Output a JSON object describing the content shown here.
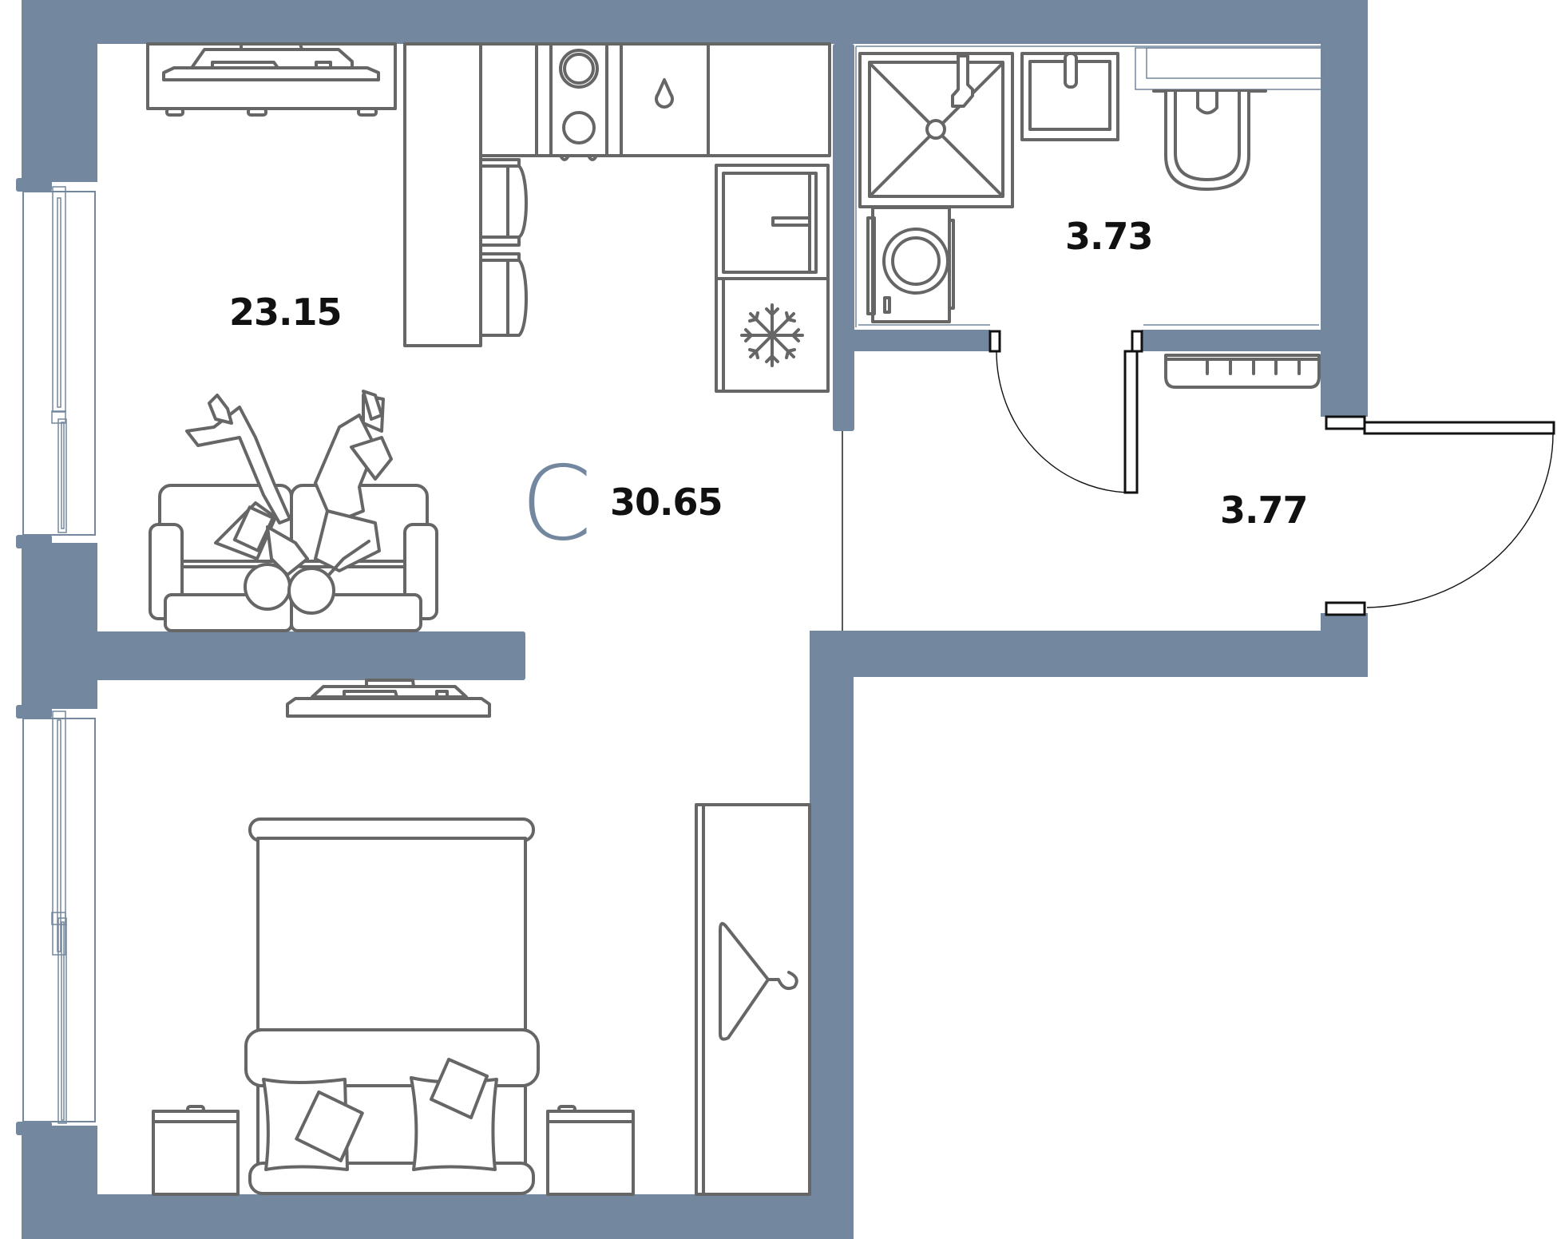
{
  "plan": {
    "apartment_type_letter": "C",
    "colors": {
      "wall": "#73879e",
      "furniture_stroke": "#666666",
      "door_stroke": "#111111",
      "label": "#111111",
      "type_letter": "#73879e"
    },
    "rooms": [
      {
        "id": "living-room",
        "area": "23.15"
      },
      {
        "id": "studio-total",
        "area": "30.65"
      },
      {
        "id": "bathroom",
        "area": "3.73"
      },
      {
        "id": "hallway",
        "area": "3.77"
      }
    ]
  }
}
